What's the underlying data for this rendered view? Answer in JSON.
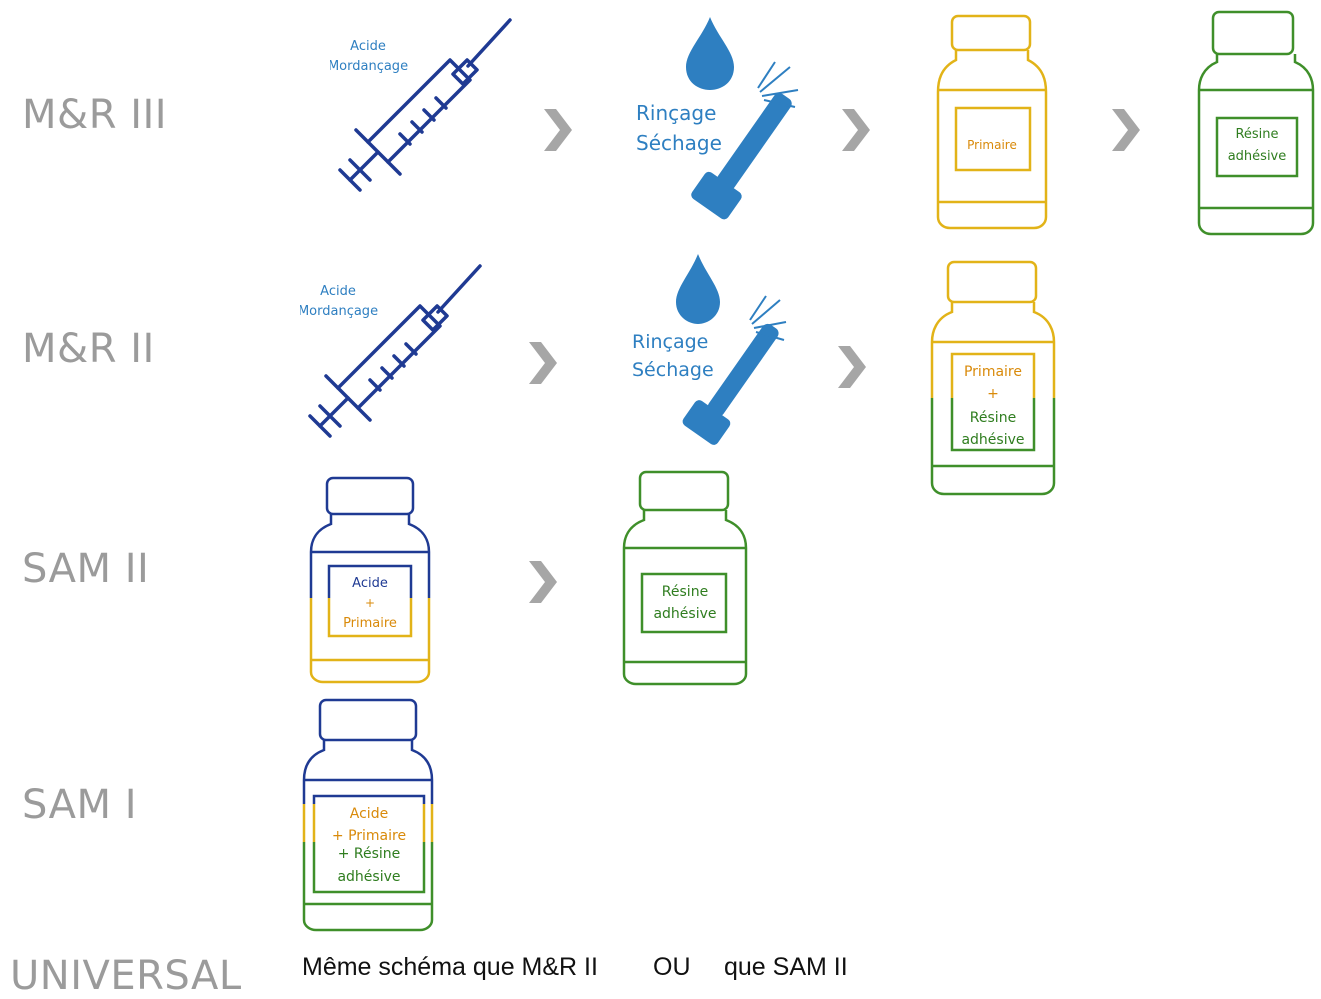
{
  "rows": {
    "mr3": {
      "label": "M&R III"
    },
    "mr2": {
      "label": "M&R II"
    },
    "sam2": {
      "label": "SAM II"
    },
    "sam1": {
      "label": "SAM I"
    },
    "universal": {
      "label": "UNIVERSAL"
    }
  },
  "syringe": {
    "line1": "Acide",
    "line2": "Mordançage"
  },
  "rinse": {
    "line1": "Rinçage",
    "line2": "Séchage"
  },
  "bottles": {
    "mr3_primer": {
      "line1": "Primaire"
    },
    "mr3_resin": {
      "line1": "Résine",
      "line2": "adhésive"
    },
    "mr2_combo": {
      "line1": "Primaire",
      "line2": "+",
      "line3": "Résine",
      "line4": "adhésive"
    },
    "sam2_acid": {
      "line1": "Acide",
      "line2": "+",
      "line3": "Primaire"
    },
    "sam2_resin": {
      "line1": "Résine",
      "line2": "adhésive"
    },
    "sam1_all": {
      "line1": "Acide",
      "line2": "+ Primaire",
      "line3": "+ Résine",
      "line4": "adhésive"
    }
  },
  "footer": {
    "part1": "Même schéma que M&R II",
    "part2": "OU",
    "part3": "que SAM II"
  },
  "colors": {
    "label_gray": "#9b9b9b",
    "arrow_gray": "#a6a6a6",
    "navy": "#1f3a93",
    "blue": "#2e7fc1",
    "yellow": "#e2b318",
    "orange": "#d98a0a",
    "green": "#3f8f2a",
    "dark_green": "#2f7d1f"
  }
}
